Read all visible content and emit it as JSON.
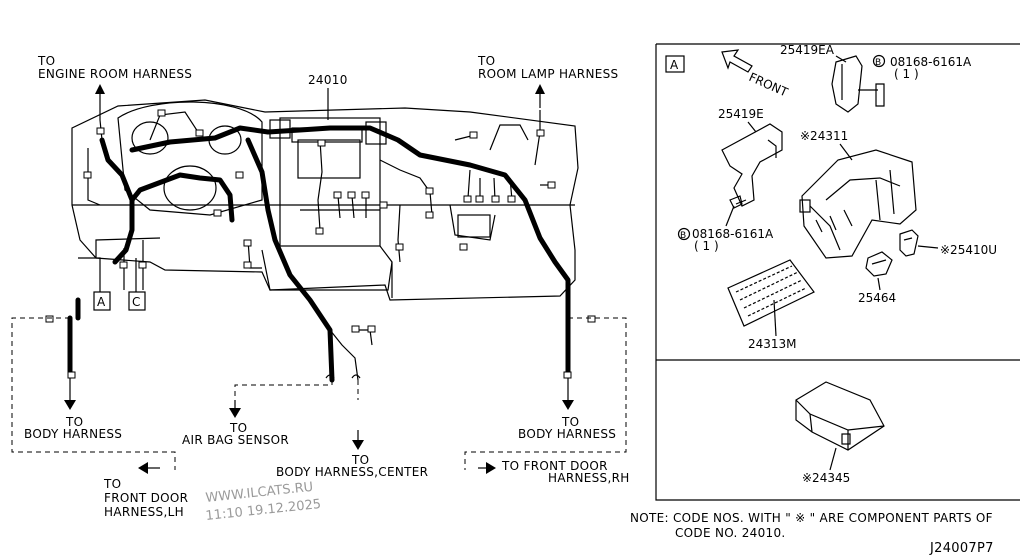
{
  "labels": {
    "engine_room": {
      "to": "TO",
      "name": "ENGINE ROOM HARNESS"
    },
    "room_lamp": {
      "to": "TO",
      "name": "ROOM LAMP HARNESS"
    },
    "part_main": "24010",
    "body_left": {
      "to": "TO",
      "name": "BODY HARNESS"
    },
    "air_bag": {
      "to": "TO",
      "name": "AIR BAG SENSOR"
    },
    "body_center": {
      "to": "TO",
      "name": "BODY HARNESS,CENTER"
    },
    "body_right": {
      "to": "TO",
      "name": "BODY HARNESS"
    },
    "front_door_lh": {
      "to": "TO",
      "line1": "FRONT DOOR",
      "line2": "HARNESS,LH"
    },
    "front_door_rh": {
      "line1": "TO FRONT DOOR",
      "line2": "HARNESS,RH"
    },
    "marker_a": "A",
    "marker_c": "C"
  },
  "detail": {
    "box_label": "A",
    "front": "FRONT",
    "parts": {
      "p25419ea": "25419EA",
      "bolt_top": "08168-6161A",
      "bolt_top_qty": "( 1 )",
      "bolt_marker": "B",
      "p25419e": "25419E",
      "p24311": "※24311",
      "bolt_bottom": "08168-6161A",
      "bolt_bottom_qty": "( 1 )",
      "p25410u": "※25410U",
      "p25464": "25464",
      "p24313m": "24313M",
      "p24345": "※24345"
    }
  },
  "note": {
    "line1": "NOTE: CODE NOS. WITH \" ※ \" ARE COMPONENT PARTS OF",
    "line2": "CODE NO. 24010."
  },
  "watermark": {
    "line1": "WWW.ILCATS.RU",
    "line2": "11:10 19.12.2025"
  },
  "diagram_id": "J24007P7"
}
